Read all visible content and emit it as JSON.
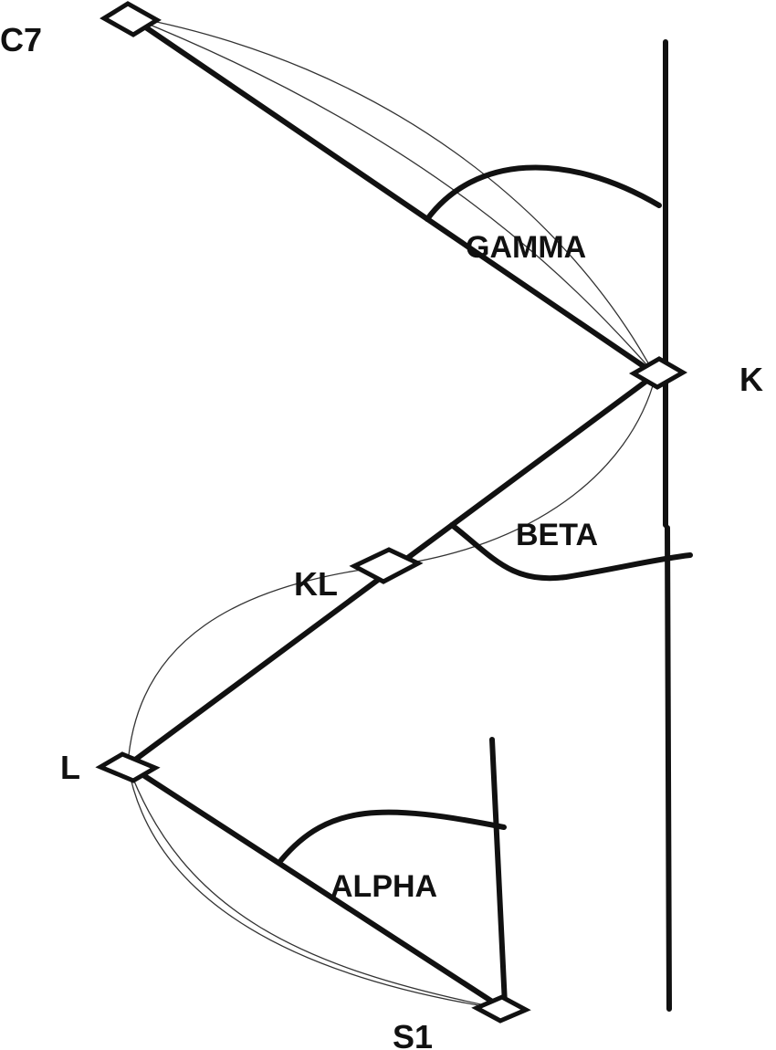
{
  "points": {
    "c7": "C7",
    "k": "K",
    "kl": "KL",
    "l": "L",
    "s1": "S1"
  },
  "angles": {
    "gamma": "GAMMA",
    "beta": "BETA",
    "alpha": "ALPHA"
  }
}
